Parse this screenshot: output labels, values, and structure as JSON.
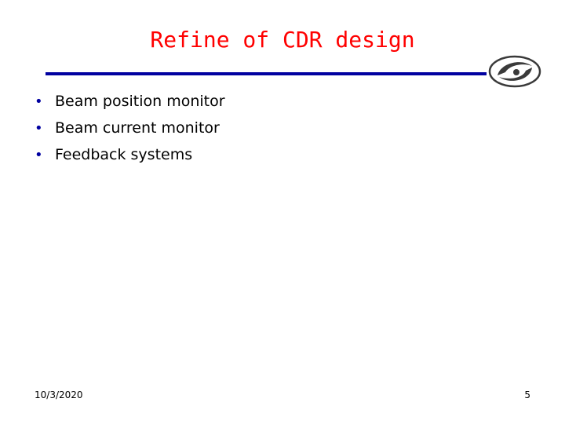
{
  "slide": {
    "title": "Refine of CDR design",
    "bullets": [
      "Beam position  monitor",
      "Beam current monitor",
      "Feedback systems"
    ],
    "date": "10/3/2020",
    "page_number": "5",
    "bullet_glyph": "•",
    "logo_icon": "institute-logo-icon",
    "colors": {
      "title": "#ff0000",
      "rule": "#0000a0",
      "bullet": "#0000a0",
      "logo": "#3a3a3a"
    }
  }
}
